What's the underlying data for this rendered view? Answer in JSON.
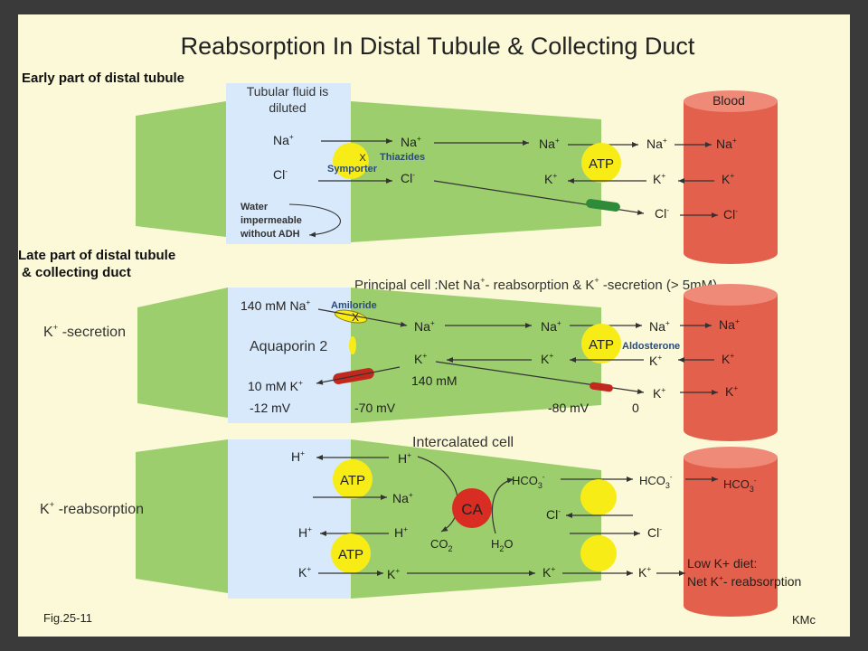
{
  "title": "Reabsorption In  Distal Tubule & Collecting Duct",
  "fig_label": "Fig.25-11",
  "author": "KMc",
  "colors": {
    "page_bg": "#fbf9d7",
    "lumen": "#d7e9fb",
    "cell": "#9cce6e",
    "blood": "#e3614c",
    "yellow": "#f8ec16",
    "ca": "#d92c22",
    "red_channel": "#c2281e",
    "green_channel": "#2f8a3a"
  },
  "early": {
    "heading": "Early part of distal tubule",
    "lumen_label_1": "Tubular fluid is",
    "lumen_label_2": "diluted",
    "blood_label": "Blood",
    "na": "Na",
    "cl": "Cl",
    "k": "K",
    "plus": "+",
    "minus": "-",
    "x_mark": "X",
    "thiazides": "Thiazides",
    "symporter": "Symporter",
    "atp": "ATP",
    "water_1": "Water",
    "water_2": "impermeable",
    "water_3": "without ADH"
  },
  "late": {
    "heading_1": "Late  part of distal tubule",
    "heading_2": "& collecting duct",
    "principal_cell": "Principal cell :Net Na",
    "principal_mid": "- reabsorption & K",
    "principal_end": " -secretion (> 5mM)",
    "k_secretion": " -secretion",
    "lumen_na": "140 mM Na",
    "amiloride": "Amiloride",
    "aquaporin": "Aquaporin 2",
    "lumen_k": "10 mM K",
    "cell_k": "140 mM",
    "aldosterone": "Aldosterone",
    "v_lumen": "-12 mV",
    "v_cell": "-70 mV",
    "v_cell2": "-80 mV",
    "v_blood": "0",
    "x_mark": "X"
  },
  "intercalated": {
    "heading": "Intercalated cell",
    "k_reabsorption": " -reabsorption",
    "h": "H",
    "ca": "CA",
    "hco3": "HCO",
    "co2": "CO",
    "h2o": "H",
    "two": "2",
    "three": "3",
    "o": "O",
    "low_k_1": "Low K+ diet:",
    "low_k_2": "Net K",
    "low_k_3": "- reabsorption"
  }
}
